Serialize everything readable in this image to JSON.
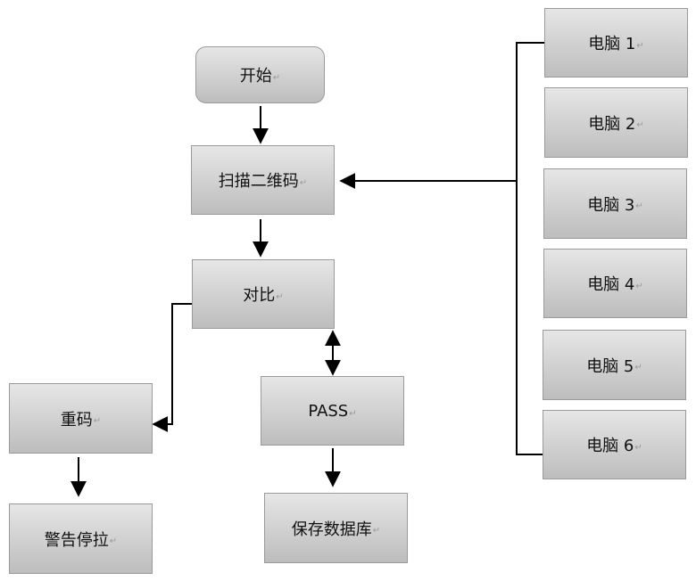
{
  "nodes": {
    "start": "开始",
    "scan": "扫描二维码",
    "compare": "对比",
    "duplicate": "重码",
    "alarm": "警告停拉",
    "pass": "PASS",
    "save": "保存数据库",
    "pc1": "电脑 1",
    "pc2": "电脑 2",
    "pc3": "电脑 3",
    "pc4": "电脑 4",
    "pc5": "电脑 5",
    "pc6": "电脑 6"
  },
  "paragraph_mark": "↵"
}
